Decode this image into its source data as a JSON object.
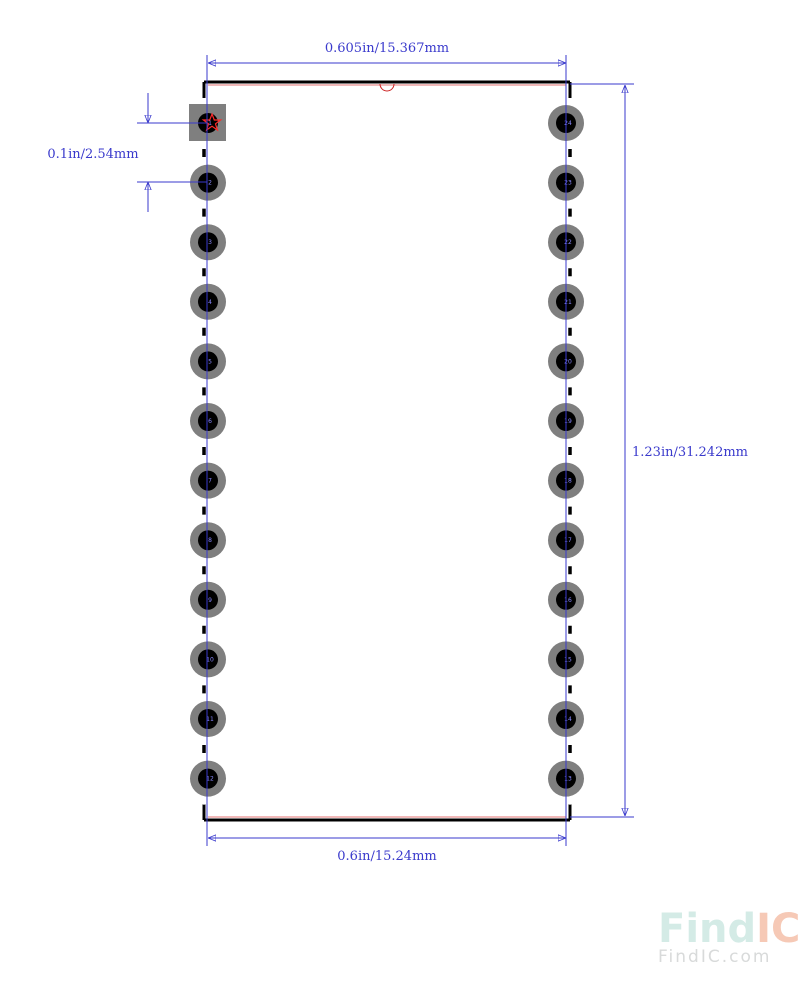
{
  "dimensions": {
    "top_width": "0.605in/15.367mm",
    "bottom_width": "0.6in/15.24mm",
    "pitch": "0.1in/2.54mm",
    "height": "1.23in/31.242mm"
  },
  "pins": {
    "left": [
      "1",
      "2",
      "3",
      "4",
      "5",
      "6",
      "7",
      "8",
      "9",
      "10",
      "11",
      "12"
    ],
    "right": [
      "24",
      "23",
      "22",
      "21",
      "20",
      "19",
      "18",
      "17",
      "16",
      "15",
      "14",
      "13"
    ]
  },
  "watermark": {
    "brand_part1": "Find",
    "brand_part2": "IC",
    "url": "FindIC.com"
  },
  "colors": {
    "dimension": "#3a3acc",
    "outline": "#000000",
    "pad_ring": "#7f7f7f",
    "pad_hole": "#000000",
    "pin1_marker": "#ff2a2a",
    "notch": "#cc2222",
    "watermark_light": "#d4ebe6",
    "watermark_accent": "#f6c9b6"
  }
}
